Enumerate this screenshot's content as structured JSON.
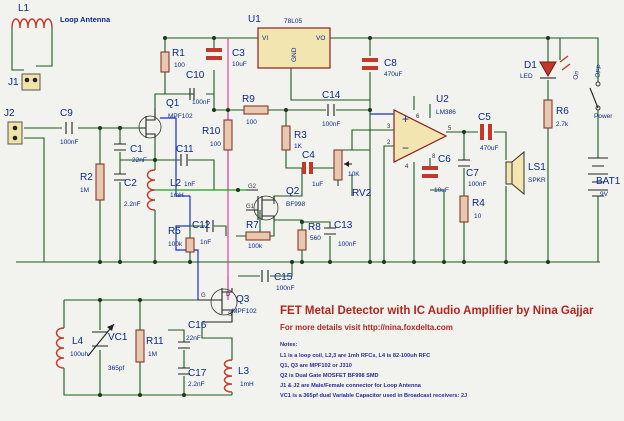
{
  "title": "FET Metal Detector with IC Audio Amplifier by Nina Gajjar",
  "subtitle": "For more details visit http://nina.foxdelta.com",
  "notes": {
    "heading": "Notes:",
    "lines": [
      "L1 is a loop coil,  L2,3 are 1mh RFCs,  L4 is 82-100uh RFC",
      "Q1, Q3 are MPF102 or J310",
      "Q2 is Dual Gate MOSFET BF998 SMD",
      "J1 & J2 are Male/Female connector for Loop Antenna",
      "VC1 is a 365pf dual Variable Capacitor used in Broadcast receivers: 2J"
    ]
  },
  "components": {
    "L1": {
      "ref": "L1",
      "value": "Loop Antenna"
    },
    "J1": {
      "ref": "J1"
    },
    "J2": {
      "ref": "J2"
    },
    "U1": {
      "ref": "U1",
      "value": "78L05",
      "vi": "VI",
      "vo": "VO",
      "gnd": "GND"
    },
    "U2": {
      "ref": "U2",
      "value": "LM386"
    },
    "R1": {
      "ref": "R1",
      "value": "100"
    },
    "R2": {
      "ref": "R2",
      "value": "1M"
    },
    "R3": {
      "ref": "R3",
      "value": "1K"
    },
    "R4": {
      "ref": "R4",
      "value": "10"
    },
    "R5": {
      "ref": "R5",
      "value": "100k"
    },
    "R6": {
      "ref": "R6",
      "value": "2.7k"
    },
    "R7": {
      "ref": "R7",
      "value": "100k"
    },
    "R8": {
      "ref": "R8",
      "value": "560"
    },
    "R9": {
      "ref": "R9",
      "value": "100"
    },
    "R10": {
      "ref": "R10",
      "value": "100"
    },
    "R11": {
      "ref": "R11",
      "value": "1M"
    },
    "C1": {
      "ref": "C1",
      "value": "22nF"
    },
    "C2": {
      "ref": "C2",
      "value": "2.2nF"
    },
    "C3": {
      "ref": "C3",
      "value": "10uF"
    },
    "C4": {
      "ref": "C4",
      "value": "1uF"
    },
    "C5": {
      "ref": "C5",
      "value": "470uF"
    },
    "C6": {
      "ref": "C6",
      "value": "10uF"
    },
    "C7": {
      "ref": "C7",
      "value": "100nF"
    },
    "C8": {
      "ref": "C8",
      "value": "470uF"
    },
    "C9": {
      "ref": "C9",
      "value": "100nF"
    },
    "C10": {
      "ref": "C10",
      "value": "100nF"
    },
    "C11": {
      "ref": "C11",
      "value": "1nF"
    },
    "C12": {
      "ref": "C12",
      "value": "1nF"
    },
    "C13": {
      "ref": "C13",
      "value": "100nF"
    },
    "C14": {
      "ref": "C14",
      "value": "100nF"
    },
    "C15": {
      "ref": "C15",
      "value": "100nF"
    },
    "C16": {
      "ref": "C16",
      "value": "22nF"
    },
    "C17": {
      "ref": "C17",
      "value": "2.2nF"
    },
    "L2": {
      "ref": "L2",
      "value": "1mH"
    },
    "L3": {
      "ref": "L3",
      "value": "1mH"
    },
    "L4": {
      "ref": "L4",
      "value": "100uh"
    },
    "VC1": {
      "ref": "VC1",
      "value": "365pf"
    },
    "Q1": {
      "ref": "Q1",
      "value": "MPF102"
    },
    "Q2": {
      "ref": "Q2",
      "value": "BF998"
    },
    "Q3": {
      "ref": "Q3",
      "value": "MPF102"
    },
    "RV2": {
      "ref": "RV2",
      "value": "10K"
    },
    "D1": {
      "ref": "D1",
      "value": "LED"
    },
    "LS1": {
      "ref": "LS1",
      "value": "SPKR"
    },
    "BAT1": {
      "ref": "BAT1",
      "value": "9V"
    },
    "SW": {
      "on": "On",
      "off": "OFF",
      "label": "Power"
    }
  },
  "pins": {
    "p1": "1",
    "p2": "2",
    "p3": "3",
    "p4": "4",
    "p5": "5",
    "p6": "6",
    "p8": "8",
    "g": "G",
    "d": "D",
    "s": "S",
    "g1": "G1",
    "g2": "G2"
  }
}
